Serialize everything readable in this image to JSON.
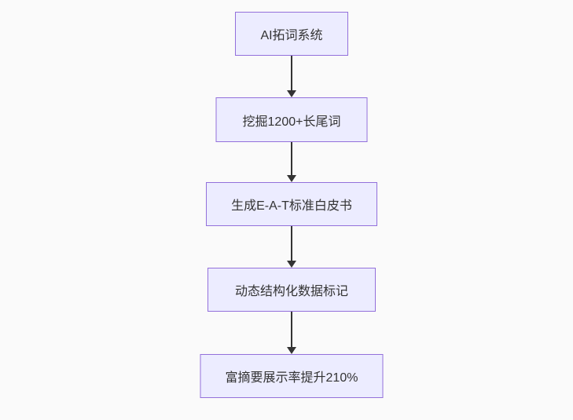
{
  "flowchart": {
    "type": "flowchart",
    "direction": "top-down",
    "nodes": [
      {
        "id": "node-1",
        "label": "AI拓词系统"
      },
      {
        "id": "node-2",
        "label": "挖掘1200+长尾词"
      },
      {
        "id": "node-3",
        "label": "生成E-A-T标准白皮书"
      },
      {
        "id": "node-4",
        "label": "动态结构化数据标记"
      },
      {
        "id": "node-5",
        "label": "富摘要展示率提升210%"
      }
    ],
    "edges": [
      {
        "from": "node-1",
        "to": "node-2",
        "arrow": "solid-triangle"
      },
      {
        "from": "node-2",
        "to": "node-3",
        "arrow": "solid-triangle"
      },
      {
        "from": "node-3",
        "to": "node-4",
        "arrow": "solid-triangle"
      },
      {
        "from": "node-4",
        "to": "node-5",
        "arrow": "solid-triangle"
      }
    ],
    "colors": {
      "background": "#fafafa",
      "node_fill": "#ECECFF",
      "node_border": "#9370DB",
      "text": "#333333",
      "arrow": "#333333"
    }
  }
}
